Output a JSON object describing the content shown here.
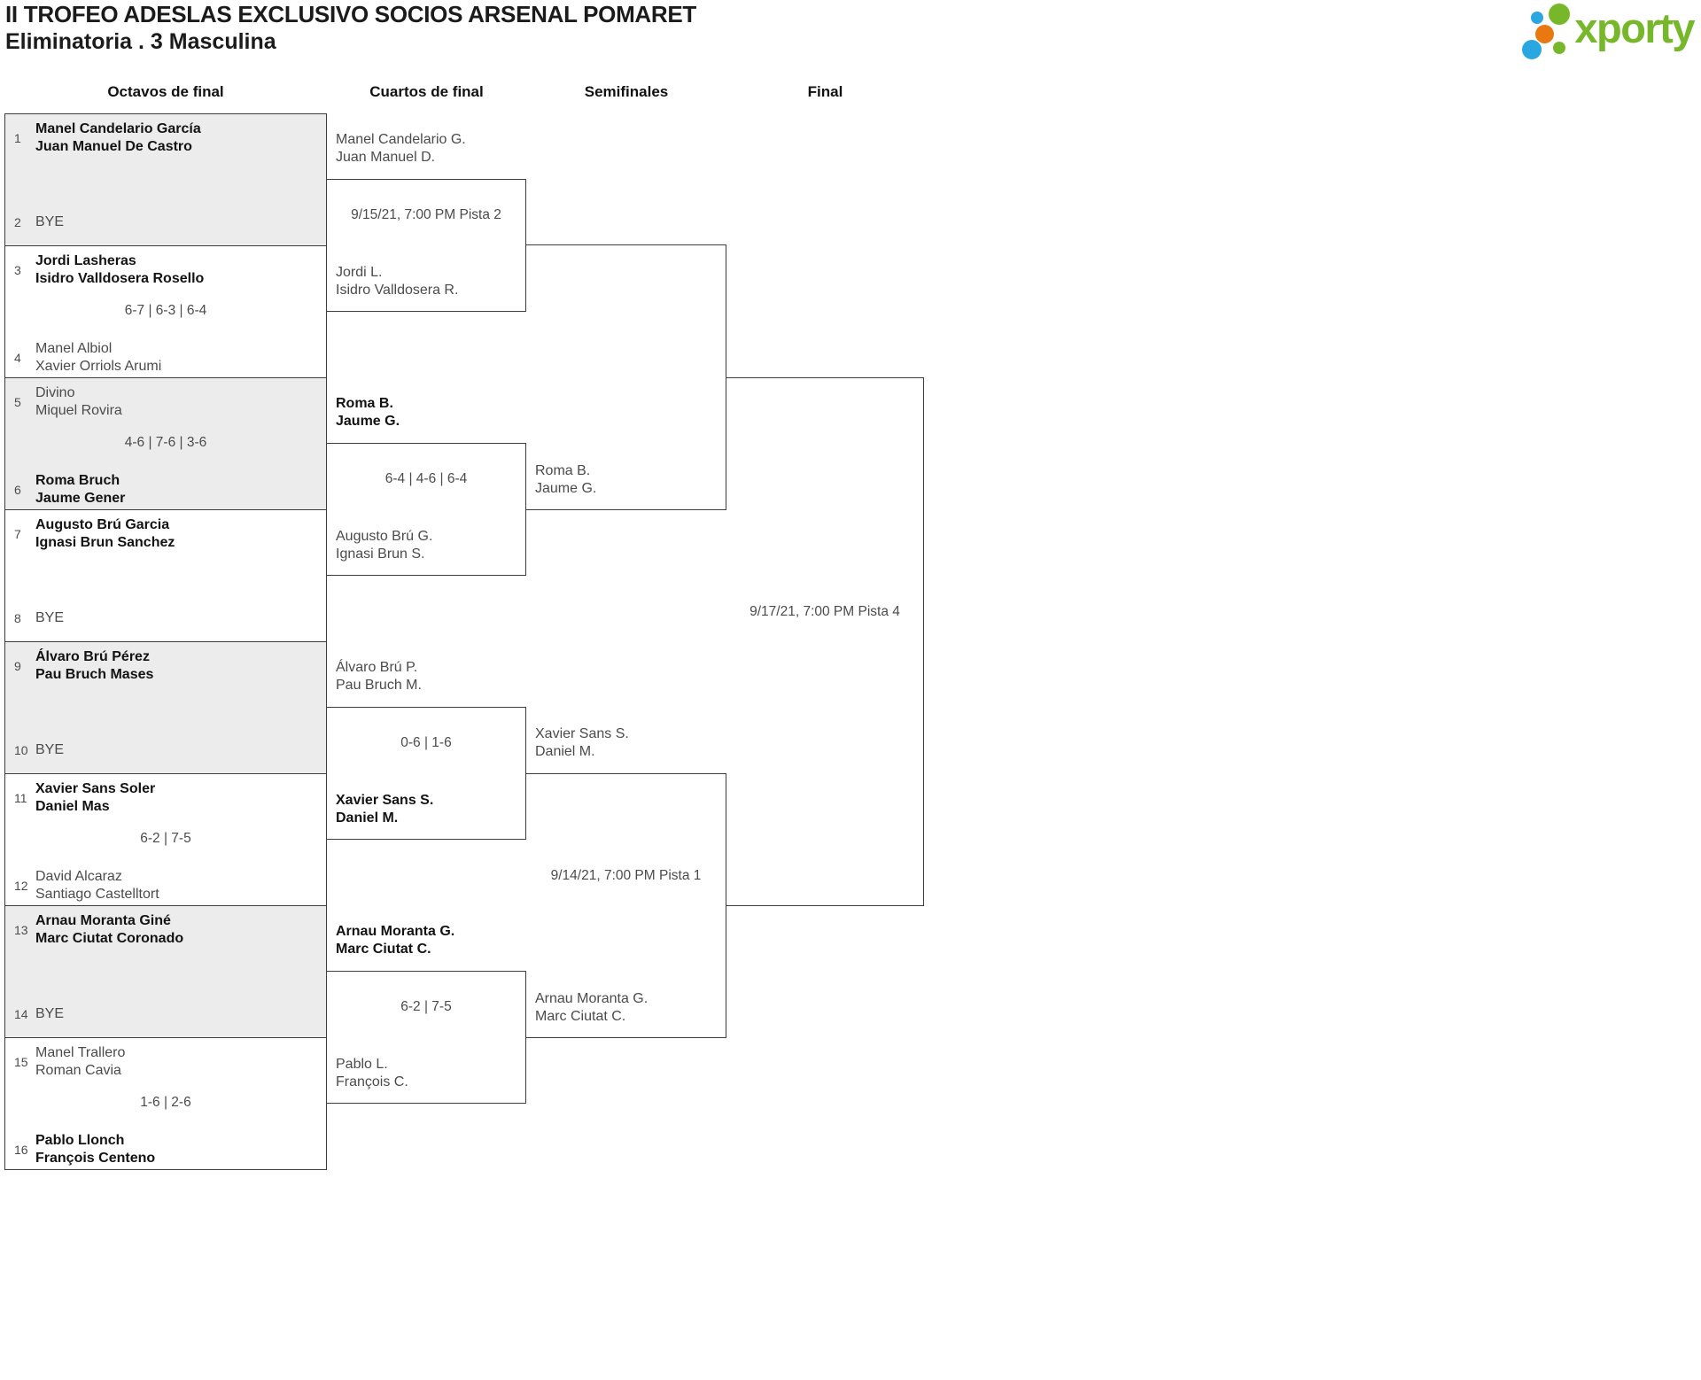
{
  "header": {
    "title": "II TROFEO ADESLAS EXCLUSIVO SOCIOS ARSENAL POMARET",
    "subtitle": "Eliminatoria . 3 Masculina",
    "logo_text": "xporty"
  },
  "colors": {
    "brand_green": "#76b82a",
    "dot_blue": "#2aa7e0",
    "dot_orange": "#e8780f",
    "shaded_box": "#ececec",
    "dot_sequence": [
      "#76b82a",
      "#2aa7e0",
      "#e8780f",
      "#2aa7e0",
      "#76b82a"
    ]
  },
  "rounds": [
    "Octavos de final",
    "Cuartos de final",
    "Semifinales",
    "Final"
  ],
  "octavos": [
    {
      "shaded": true,
      "score": "",
      "top": {
        "seed": "1",
        "names": [
          "Manel Candelario García",
          "Juan Manuel De Castro"
        ],
        "bold": true
      },
      "bottom": {
        "seed": "2",
        "names": [
          "BYE"
        ],
        "bold": false,
        "bye": true
      }
    },
    {
      "shaded": false,
      "score": "6-7 | 6-3 | 6-4",
      "top": {
        "seed": "3",
        "names": [
          "Jordi Lasheras",
          "Isidro Valldosera Rosello"
        ],
        "bold": true
      },
      "bottom": {
        "seed": "4",
        "names": [
          "Manel Albiol",
          "Xavier Orriols Arumi"
        ],
        "bold": false
      }
    },
    {
      "shaded": true,
      "score": "4-6 | 7-6 | 3-6",
      "top": {
        "seed": "5",
        "names": [
          "Divino",
          "Miquel Rovira"
        ],
        "bold": false
      },
      "bottom": {
        "seed": "6",
        "names": [
          "Roma Bruch",
          "Jaume Gener"
        ],
        "bold": true
      }
    },
    {
      "shaded": false,
      "score": "",
      "top": {
        "seed": "7",
        "names": [
          "Augusto Brú Garcia",
          "Ignasi Brun Sanchez"
        ],
        "bold": true
      },
      "bottom": {
        "seed": "8",
        "names": [
          "BYE"
        ],
        "bold": false,
        "bye": true
      }
    },
    {
      "shaded": true,
      "score": "",
      "top": {
        "seed": "9",
        "names": [
          "Álvaro Brú Pérez",
          "Pau Bruch Mases"
        ],
        "bold": true
      },
      "bottom": {
        "seed": "10",
        "names": [
          "BYE"
        ],
        "bold": false,
        "bye": true
      }
    },
    {
      "shaded": false,
      "score": "6-2 | 7-5",
      "top": {
        "seed": "11",
        "names": [
          "Xavier Sans Soler",
          "Daniel Mas"
        ],
        "bold": true
      },
      "bottom": {
        "seed": "12",
        "names": [
          "David Alcaraz",
          "Santiago Castelltort"
        ],
        "bold": false
      }
    },
    {
      "shaded": true,
      "score": "",
      "top": {
        "seed": "13",
        "names": [
          "Arnau Moranta Giné",
          "Marc Ciutat Coronado"
        ],
        "bold": true
      },
      "bottom": {
        "seed": "14",
        "names": [
          "BYE"
        ],
        "bold": false,
        "bye": true
      }
    },
    {
      "shaded": false,
      "score": "1-6 | 2-6",
      "top": {
        "seed": "15",
        "names": [
          "Manel Trallero",
          "Roman Cavia"
        ],
        "bold": false
      },
      "bottom": {
        "seed": "16",
        "names": [
          "Pablo Llonch",
          "François Centeno"
        ],
        "bold": true
      }
    }
  ],
  "cuartos": [
    {
      "top": {
        "names": [
          "Manel Candelario G.",
          "Juan Manuel D."
        ],
        "bold": false
      },
      "center": "9/15/21, 7:00 PM Pista 2",
      "bottom": {
        "names": [
          "Jordi L.",
          "Isidro Valldosera R."
        ],
        "bold": false
      }
    },
    {
      "top": {
        "names": [
          "Roma B.",
          "Jaume G."
        ],
        "bold": true
      },
      "center": "6-4 | 4-6 | 6-4",
      "bottom": {
        "names": [
          "Augusto Brú G.",
          "Ignasi Brun S."
        ],
        "bold": false
      }
    },
    {
      "top": {
        "names": [
          "Álvaro Brú P.",
          "Pau Bruch M."
        ],
        "bold": false
      },
      "center": "0-6 | 1-6",
      "bottom": {
        "names": [
          "Xavier Sans S.",
          "Daniel M."
        ],
        "bold": true
      }
    },
    {
      "top": {
        "names": [
          "Arnau Moranta G.",
          "Marc Ciutat C."
        ],
        "bold": true
      },
      "center": "6-2 | 7-5",
      "bottom": {
        "names": [
          "Pablo L.",
          "François C."
        ],
        "bold": false
      }
    }
  ],
  "semifinales": [
    {
      "top": null,
      "center": "",
      "bottom": {
        "names": [
          "Roma B.",
          "Jaume G."
        ],
        "bold": false
      }
    },
    {
      "top": {
        "names": [
          "Xavier Sans S.",
          "Daniel M."
        ],
        "bold": false
      },
      "center": "9/14/21, 7:00 PM Pista 1",
      "bottom": {
        "names": [
          "Arnau Moranta G.",
          "Marc Ciutat C."
        ],
        "bold": false
      }
    }
  ],
  "final": [
    {
      "top": null,
      "center": "9/17/21, 7:00 PM Pista 4",
      "bottom": null
    }
  ]
}
